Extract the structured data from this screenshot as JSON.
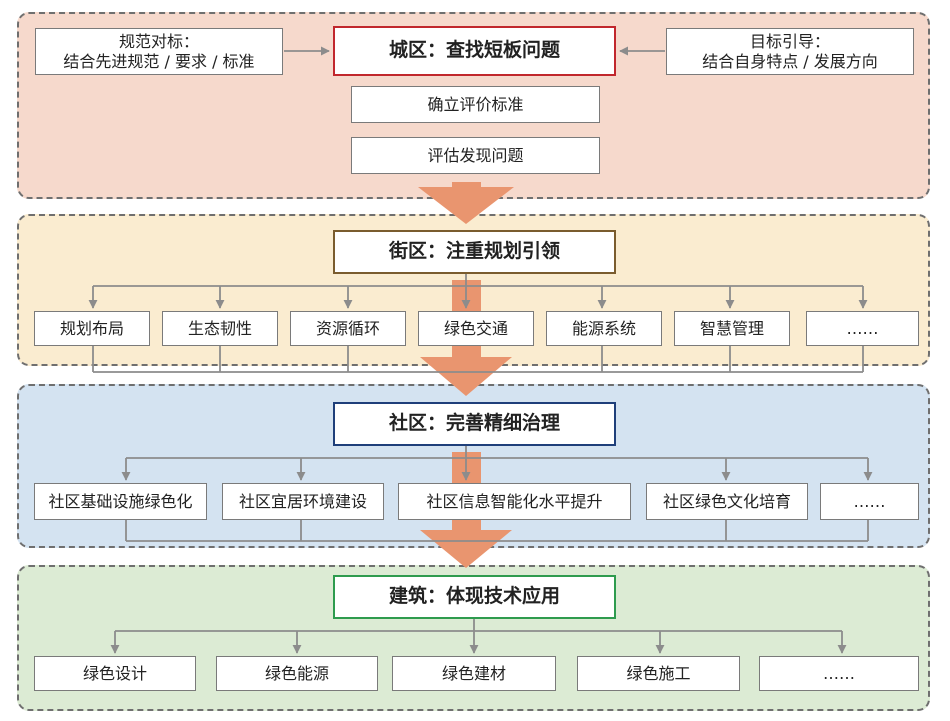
{
  "colors": {
    "city": "#f6d9cc",
    "district": "#faecd0",
    "community": "#d4e3f1",
    "building": "#dcebd4",
    "city_border": "#c1272d",
    "district_border": "#7a5c2e",
    "community_border": "#1f3f7a",
    "building_border": "#2e9b4e",
    "arrow": "#e9956f",
    "connector": "#8c8c8c"
  },
  "city": {
    "title": "城区：查找短板问题",
    "left_note": [
      "规范对标：",
      "结合先进规范 / 要求 / 标准"
    ],
    "right_note": [
      "目标引导：",
      "结合自身特点 / 发展方向"
    ],
    "steps": [
      "确立评价标准",
      "评估发现问题"
    ]
  },
  "district": {
    "title": "街区：注重规划引领",
    "items": [
      "规划布局",
      "生态韧性",
      "资源循环",
      "绿色交通",
      "能源系统",
      "智慧管理",
      "……"
    ]
  },
  "community": {
    "title": "社区：完善精细治理",
    "items": [
      "社区基础设施绿色化",
      "社区宜居环境建设",
      "社区信息智能化水平提升",
      "社区绿色文化培育",
      "……"
    ]
  },
  "building": {
    "title": "建筑：体现技术应用",
    "items": [
      "绿色设计",
      "绿色能源",
      "绿色建材",
      "绿色施工",
      "……"
    ]
  }
}
